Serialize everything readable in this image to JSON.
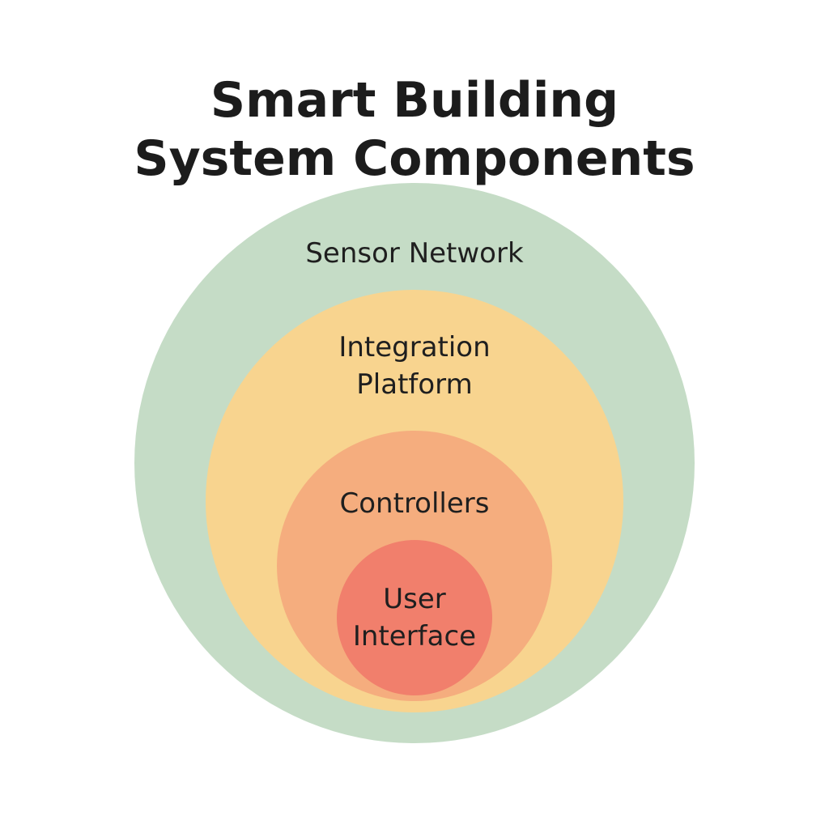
{
  "title": {
    "line1": "Smart Building",
    "line2": "System Components"
  },
  "layers": {
    "sensor": {
      "label": "Sensor Network",
      "color": "#c5dcc6"
    },
    "integration": {
      "line1": "Integration",
      "line2": "Platform",
      "color": "#f8d48f"
    },
    "controllers": {
      "label": "Controllers",
      "color": "#f5ad7e"
    },
    "ui": {
      "line1": "User",
      "line2": "Interface",
      "color": "#f17f6c"
    }
  }
}
